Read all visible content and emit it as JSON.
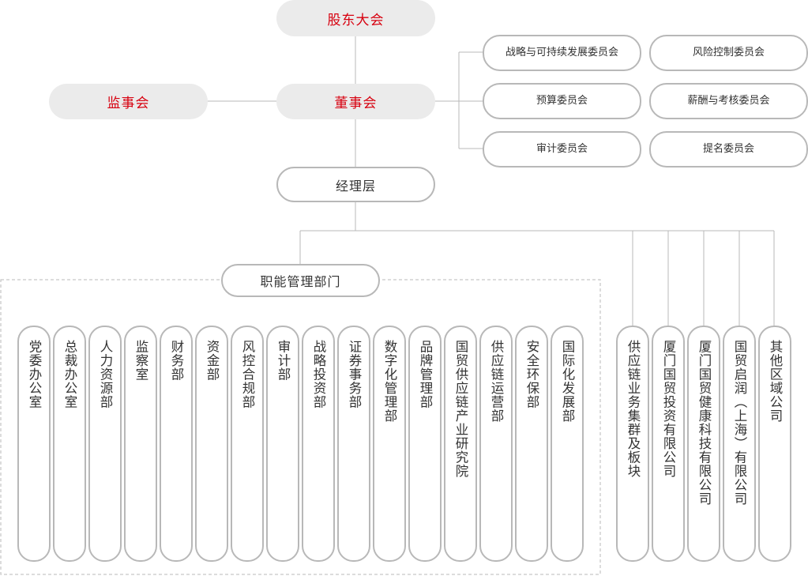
{
  "top": {
    "shareholders": "股东大会",
    "board": "董事会",
    "supervisors": "监事会",
    "management": "经理层"
  },
  "committees": [
    "战略与可持续发展委员会",
    "风险控制委员会",
    "预算委员会",
    "薪酬与考核委员会",
    "审计委员会",
    "提名委员会"
  ],
  "functional": {
    "title": "职能管理部门",
    "departments": [
      "党委办公室",
      "总裁办公室",
      "人力资源部",
      "监察室",
      "财务部",
      "资金部",
      "风控合规部",
      "审计部",
      "战略投资部",
      "证券事务部",
      "数字化管理部",
      "品牌管理部",
      "国贸供应链产业研究院",
      "供应链运营部",
      "安全环保部",
      "国际化发展部"
    ]
  },
  "subsidiaries": [
    "供应链业务集群及板块",
    "厦门国贸投资有限公司",
    "厦门国贸健康科技有限公司",
    "国贸启润（上海）有限公司",
    "其他区域公司"
  ],
  "colors": {
    "accent": "#d7000f",
    "line": "#b8b8b8",
    "fill": "#ebebeb"
  }
}
